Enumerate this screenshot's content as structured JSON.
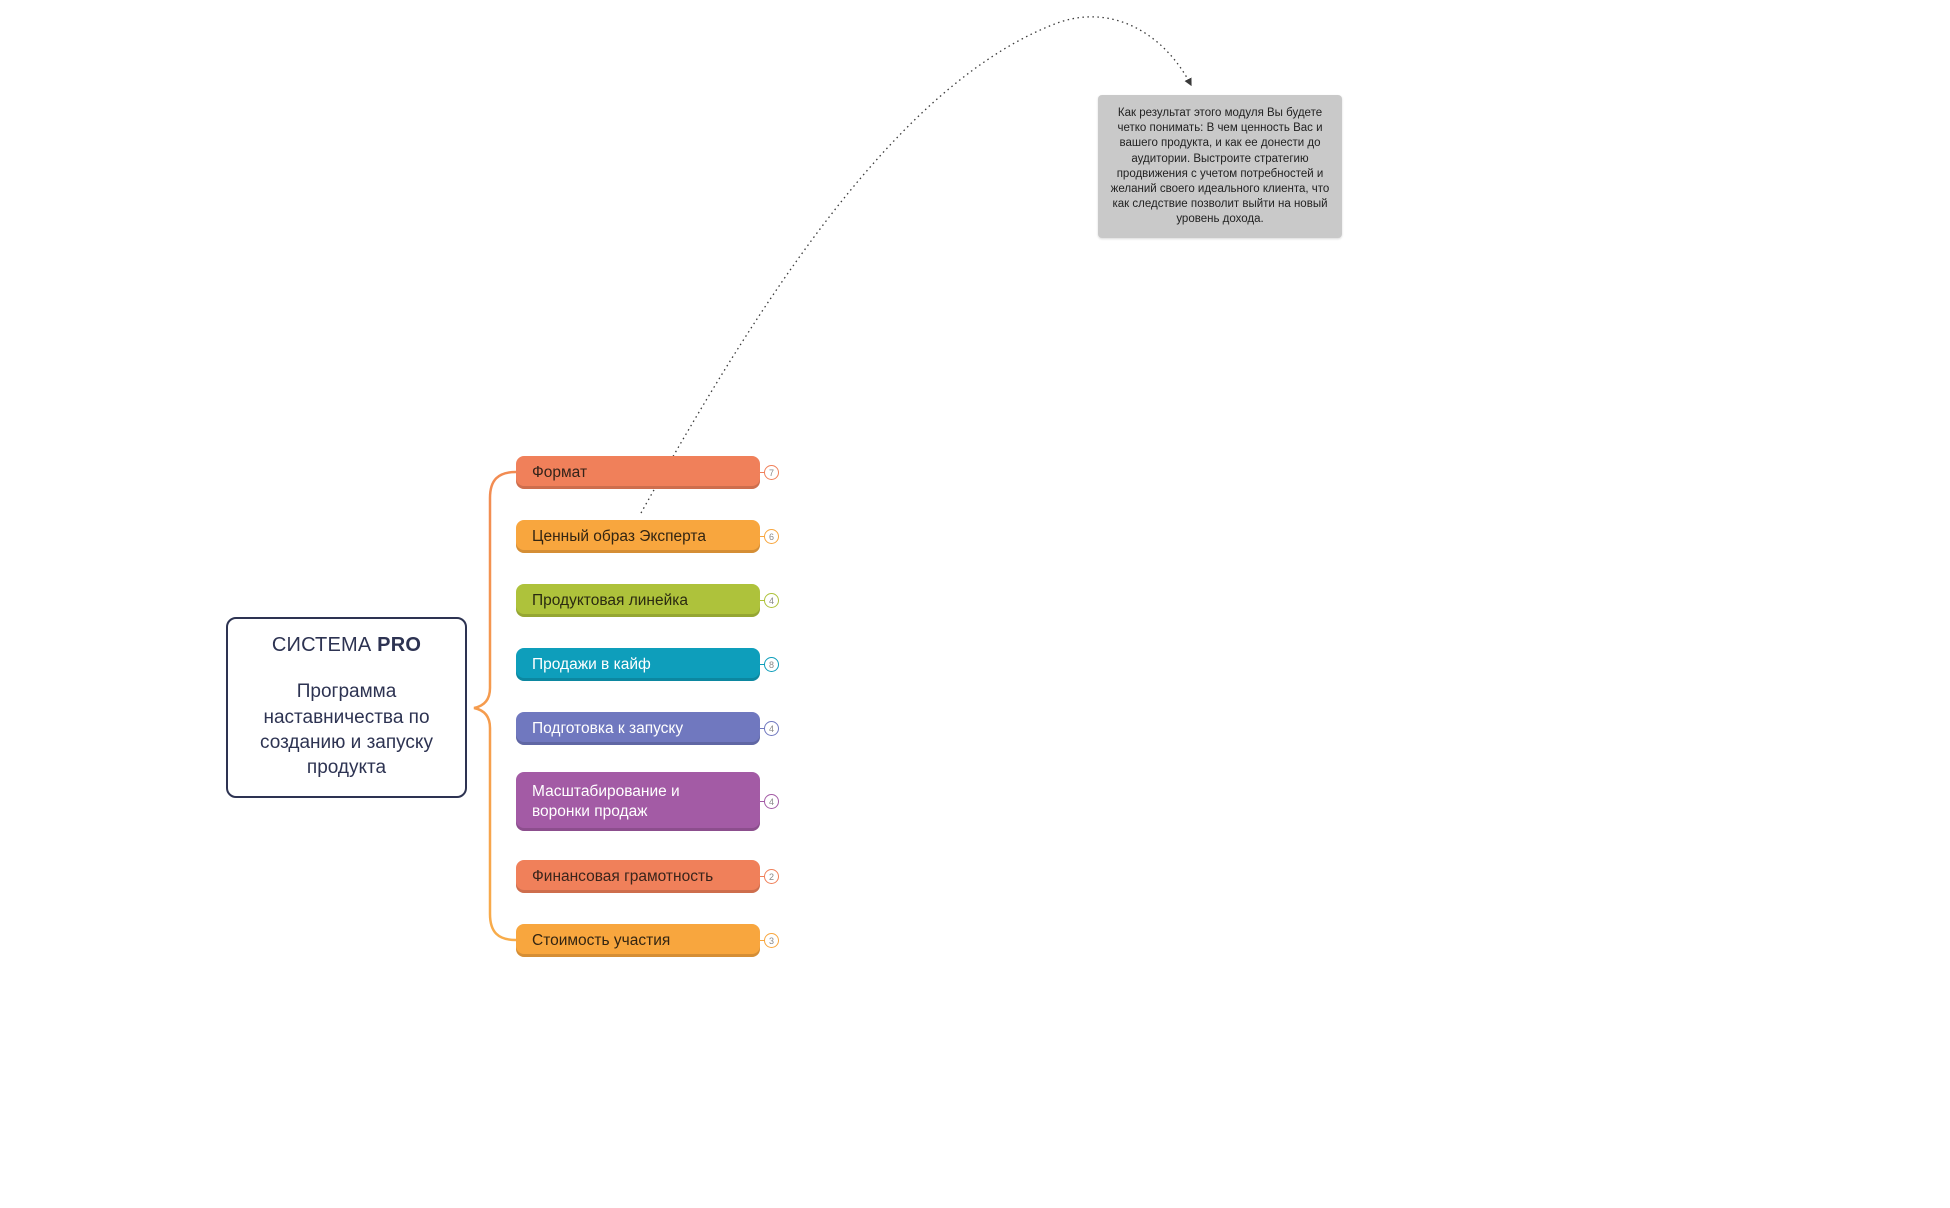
{
  "root_node": {
    "title_prefix": "СИСТЕМА ",
    "title_bold": "PRO",
    "subtitle": "Программа наставничества по созданию и запуску продукта",
    "border_color": "#2d3352",
    "text_color": "#2d3352",
    "background": "#ffffff"
  },
  "branches": [
    {
      "label": "Формат",
      "badge": "7",
      "color": "#f0805a",
      "text_color": "#33231a"
    },
    {
      "label": "Ценный образ Эксперта",
      "badge": "6",
      "color": "#f8a63e",
      "text_color": "#332512"
    },
    {
      "label": "Продуктовая линейка",
      "badge": "4",
      "color": "#aec23b",
      "text_color": "#2a2a10"
    },
    {
      "label": "Продажи в кайф",
      "badge": "8",
      "color": "#0e9ebb",
      "text_color": "#ffffff"
    },
    {
      "label": "Подготовка к запуску",
      "badge": "4",
      "color": "#7078bf",
      "text_color": "#ffffff"
    },
    {
      "label": "Масштабирование и воронки продаж",
      "badge": "4",
      "color": "#a35ba5",
      "text_color": "#ffffff"
    },
    {
      "label": "Финансовая грамотность",
      "badge": "2",
      "color": "#f0805a",
      "text_color": "#3a241b"
    },
    {
      "label": "Стоимость участия",
      "badge": "3",
      "color": "#f8a63e",
      "text_color": "#332512"
    }
  ],
  "note": {
    "text": "Как результат этого модуля Вы будете четко понимать: В чем ценность Вас и вашего продукта, и как ее донести до аудитории. Выстроите стратегию продвижения с учетом потребностей и желаний своего идеального клиента, что как следствие позволит выйти на новый уровень дохода.",
    "background": "#c9c9c9",
    "text_color": "#222222"
  },
  "connectors": {
    "brace_color_top": "#f28b52",
    "brace_color_bottom": "#f8ac4a",
    "arrow_color": "#3a3a3a"
  }
}
